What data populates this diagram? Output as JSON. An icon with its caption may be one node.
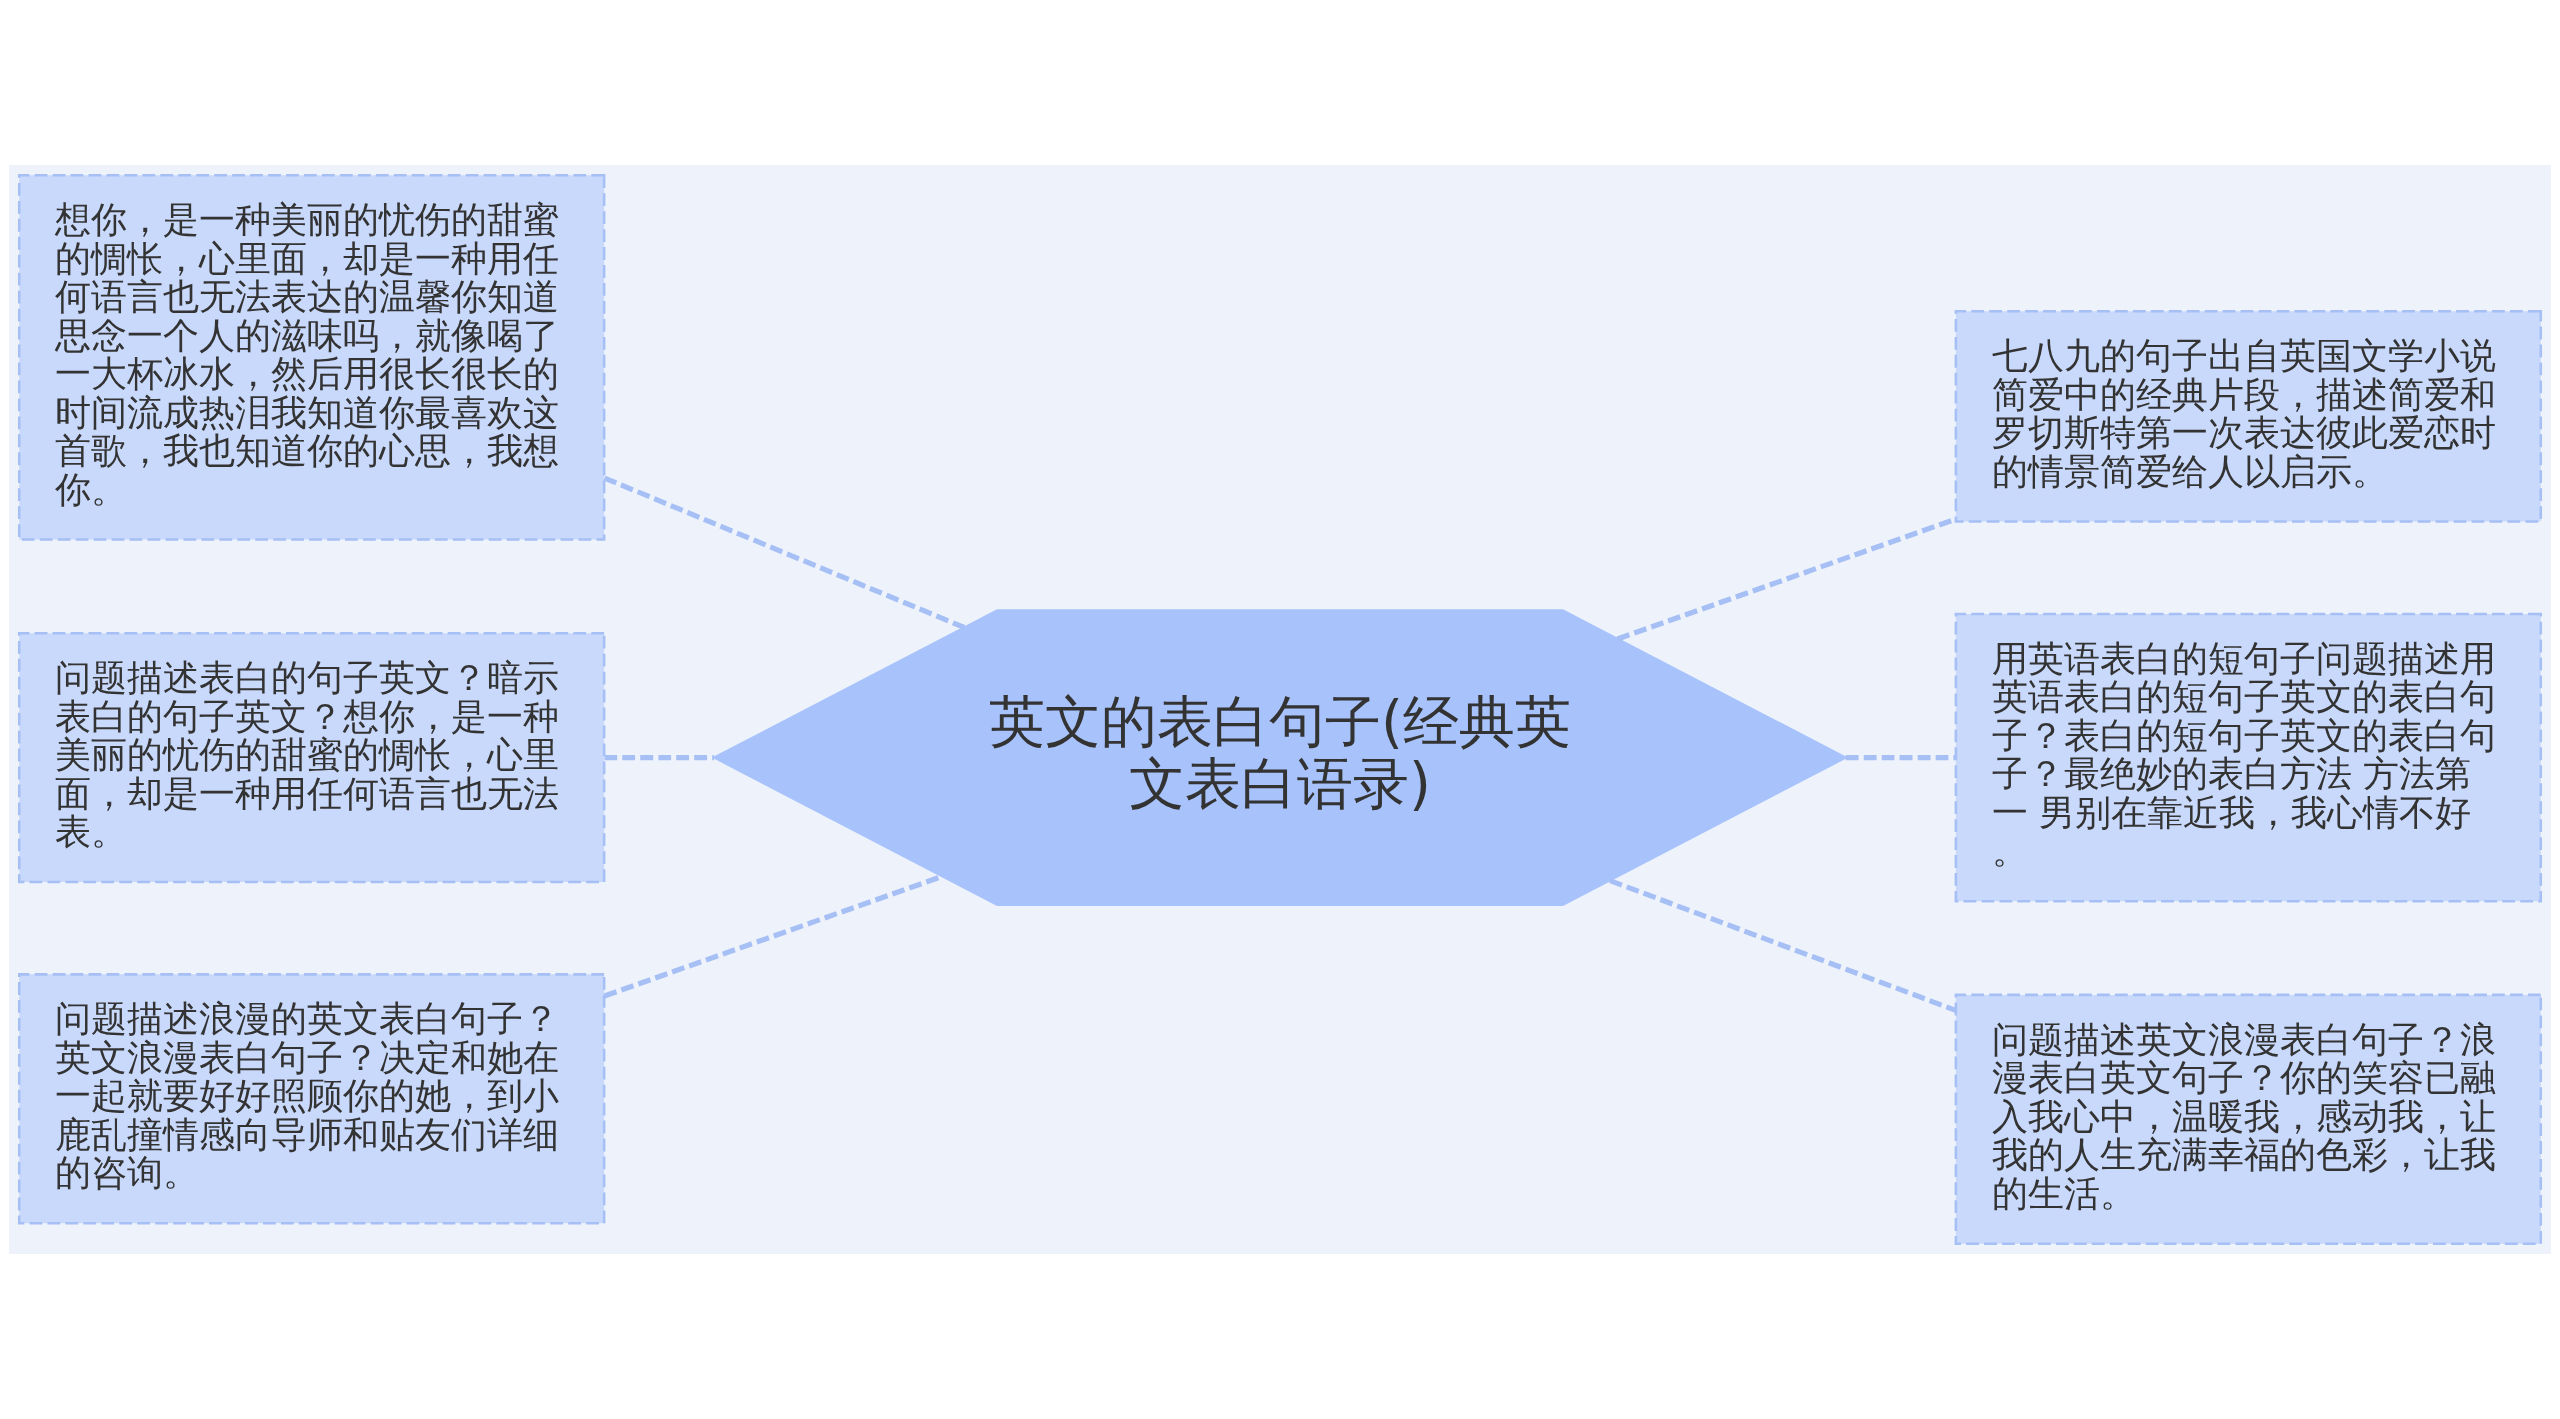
{
  "diagram": {
    "nodes": [
      {
        "text": [
          "英文的表白句子(经典英文表白语录)"
        ]
      },
      {
        "text": [
          "想你，是一种美丽的忧伤的甜蜜的惆怅，心里面，却是一种用任何语言也无法表达的温馨你知道思念一个人的滋味吗，就像喝了一大杯冰水，然后用很长很长的时间流成热泪我知道你最喜欢这首歌，我也知道你的心思，我想你。"
        ]
      },
      {
        "text": [
          "问题描述表白的句子英文？暗示表白的句子英文？想你，是一种美丽的忧伤的甜蜜的惆怅，心里面，却是一种用任何语言也无法表。"
        ]
      },
      {
        "text": [
          "问题描述浪漫的英文表白句子？英文浪漫表白句子？决定和她在一起就要好好照顾你的她，到小鹿乱撞情感向导师和贴友们详细的咨询。"
        ]
      },
      {
        "text": [
          "七八九的句子出自英国文学小说简爱中的经典片段，描述简爱和罗切斯特第一次表达彼此爱恋时的情景简爱给人以启示。"
        ]
      },
      {
        "text": [
          "用英语表白的短句子问题描述用英语表白的短句子英文的表白句子？表白的短句子英文的表白句子？最绝妙的表白方法 方法第一 男别在靠近我，我心情不好。"
        ]
      },
      {
        "text": [
          "问题描述英文浪漫表白句子？浪漫表白英文句子？你的笑容已融入我心中，温暖我，感动我，让我的人生充满幸福的色彩，让我的生活。"
        ]
      }
    ],
    "edges": [
      {
        "from": 0,
        "to": 1,
        "arrow": "none"
      },
      {
        "from": 0,
        "to": 2,
        "arrow": "none"
      },
      {
        "from": 0,
        "to": 3,
        "arrow": "none"
      },
      {
        "from": 0,
        "to": 4,
        "arrow": "none"
      },
      {
        "from": 0,
        "to": 5,
        "arrow": "none"
      },
      {
        "from": 0,
        "to": 6,
        "arrow": "none"
      }
    ]
  }
}
